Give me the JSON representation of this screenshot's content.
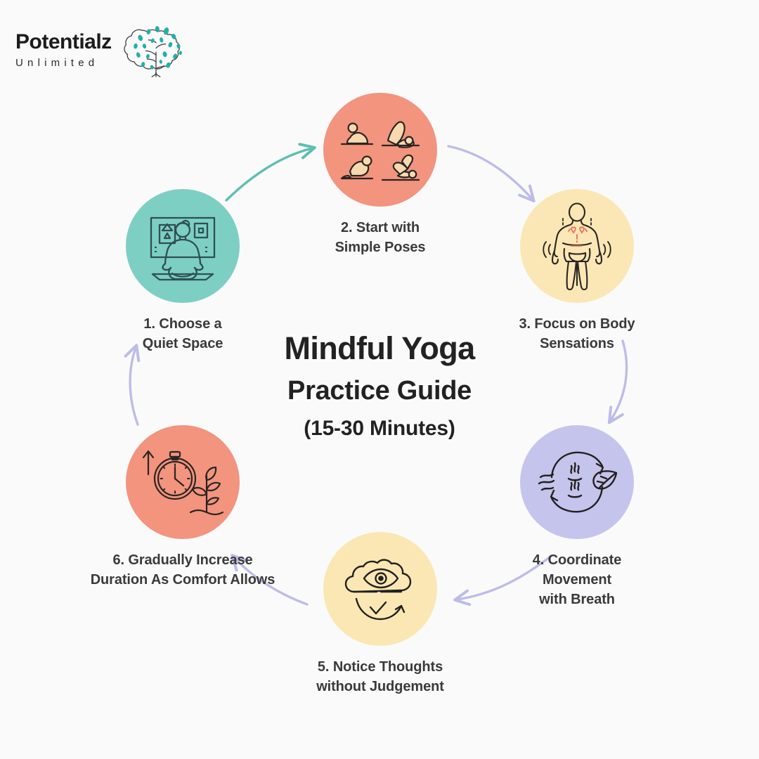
{
  "brand": {
    "name": "Potentialz",
    "subtitle": "Unlimited",
    "logo_icon": "brain-icon",
    "accent": "#23AFA8"
  },
  "title": {
    "main": "Mindful Yoga",
    "sub": "Practice Guide",
    "note": "(15-30 Minutes)"
  },
  "colors": {
    "background": "#fafafa",
    "teal": "#7DCFC4",
    "salmon": "#F2947E",
    "yellow_warm": "#FAE7B5",
    "yellow_pale": "#FBE7B4",
    "lavender": "#C5C4EC",
    "text": "#3a3a3a",
    "arrow_teal": "#5CC0B0",
    "arrow_lavender": "#BDBCE8",
    "line_dark": "#2f3b3c",
    "line_black": "#262626"
  },
  "steps": [
    {
      "number": "1",
      "label": "1. Choose a\nQuiet Space",
      "icon": "meditating-person-icon",
      "color": "#7DCFC4"
    },
    {
      "number": "2",
      "label": "2. Start with\nSimple Poses",
      "icon": "yoga-poses-icon",
      "color": "#F2947E"
    },
    {
      "number": "3",
      "label": "3. Focus on Body\nSensations",
      "icon": "body-sensations-icon",
      "color": "#FAE7B5"
    },
    {
      "number": "4",
      "label": "4. Coordinate\nMovement\nwith Breath",
      "icon": "breath-cycle-leaf-icon",
      "color": "#C5C4EC"
    },
    {
      "number": "5",
      "label": "5. Notice Thoughts\nwithout Judgement",
      "icon": "cloud-eye-icon",
      "color": "#FBE7B4"
    },
    {
      "number": "6",
      "label": "6. Gradually Increase\nDuration As Comfort Allows",
      "icon": "stopwatch-plant-icon",
      "color": "#F2947E"
    }
  ],
  "arrows": [
    {
      "from": "1",
      "to": "2",
      "color": "#5CC0B0"
    },
    {
      "from": "2",
      "to": "3",
      "color": "#BDBCE8"
    },
    {
      "from": "3",
      "to": "4",
      "color": "#BDBCE8"
    },
    {
      "from": "4",
      "to": "5",
      "color": "#BDBCE8"
    },
    {
      "from": "5",
      "to": "6",
      "color": "#BDBCE8"
    },
    {
      "from": "6",
      "to": "1",
      "color": "#BDBCE8"
    }
  ]
}
